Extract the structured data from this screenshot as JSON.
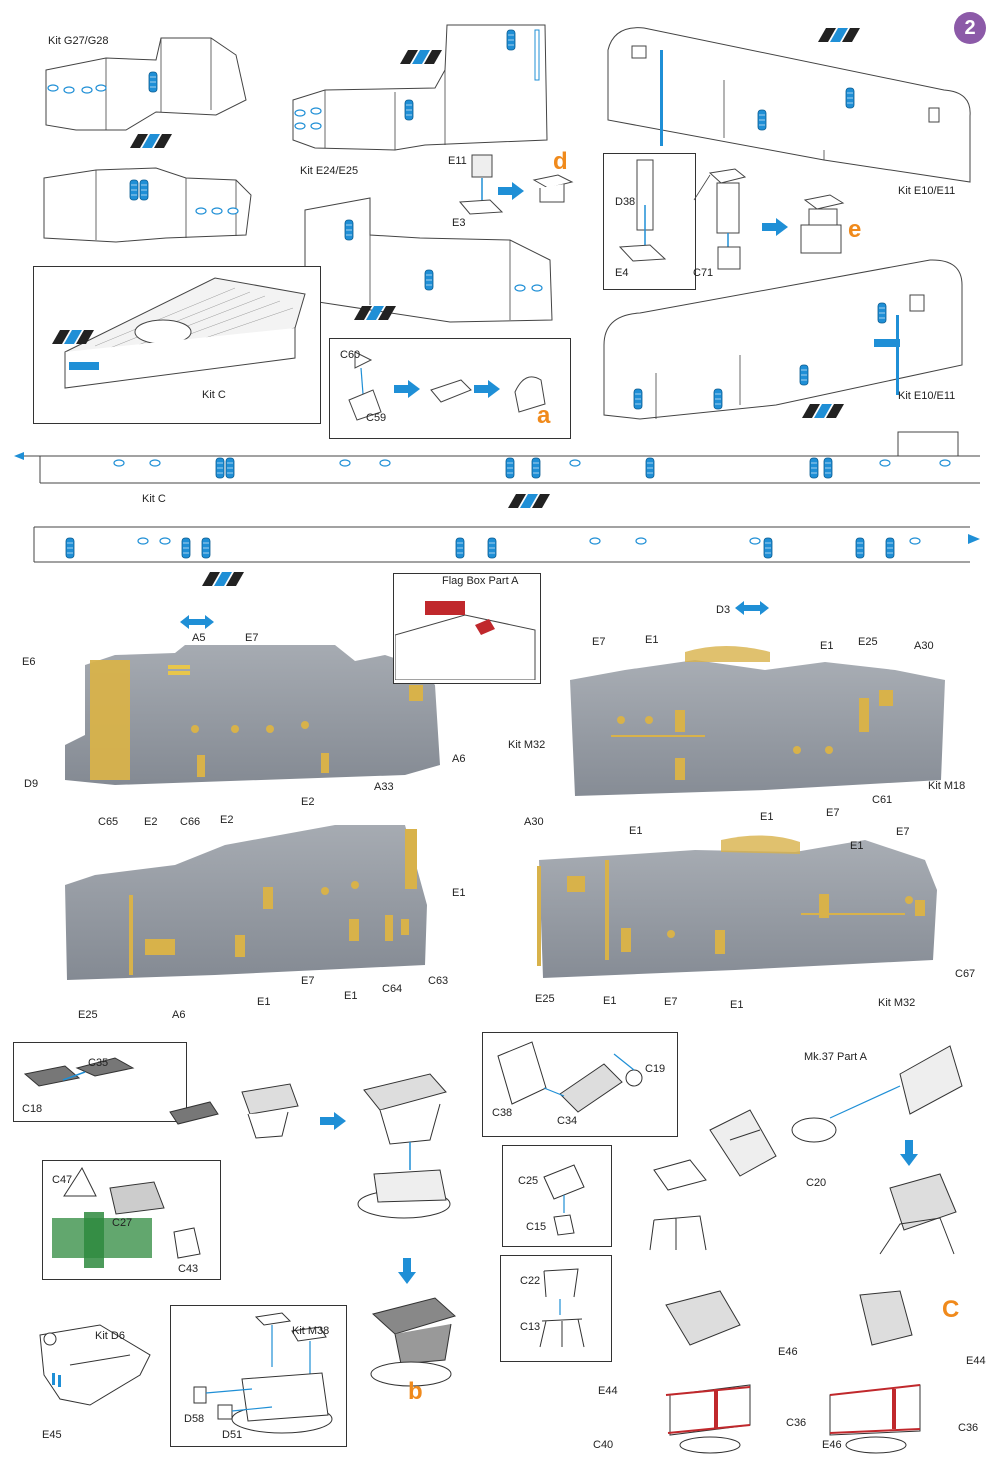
{
  "page_number": "2",
  "colors": {
    "accent_blue": "#1f8fd6",
    "step_orange": "#f08a1c",
    "badge_purple": "#8c5aa8",
    "resin_grey": "#9aa0a8",
    "brass": "#d8b24a",
    "etch_red": "#c0282c",
    "etch_green": "#2e8a3e"
  },
  "icons": [
    "stripe-marker-icon",
    "arrow-right-icon",
    "arrow-down-icon",
    "double-arrow-icon"
  ],
  "kits": {
    "g27": "Kit G27/G28",
    "e24": "Kit E24/E25",
    "e10_top": "Kit E10/E11",
    "e10_mid": "Kit E10/E11",
    "c_box": "Kit C",
    "c_strip": "Kit C",
    "d6": "Kit D6",
    "m38": "Kit M38",
    "m32_a": "Kit M32",
    "m32_b": "Kit M32",
    "m18": "Kit M18"
  },
  "steps": {
    "a": "a",
    "b": "b",
    "c": "C",
    "d": "d",
    "e": "e"
  },
  "parts_top": {
    "e11": "E11",
    "e3": "E3",
    "d38": "D38",
    "e4": "E4",
    "c71": "C71",
    "c60": "C60",
    "c59": "C59"
  },
  "flag_box": "Flag Box Part A",
  "photo1": {
    "e6": "E6",
    "a5": "A5",
    "e7": "E7",
    "a6": "A6",
    "d9": "D9",
    "c65": "C65",
    "e2a": "E2",
    "c66": "C66",
    "e2b": "E2",
    "e2c": "E2"
  },
  "photo2": {
    "d3": "D3",
    "e7": "E7",
    "e1a": "E1",
    "e1b": "E1",
    "e25": "E25",
    "a30": "A30",
    "m32": "Kit M32",
    "m18": "Kit M18",
    "c61": "C61",
    "e7b": "E7",
    "e1c": "E1",
    "e1d": "E1"
  },
  "photo3": {
    "a33": "A33",
    "e1a": "E1",
    "e25": "E25",
    "a6": "A6",
    "e1b": "E1",
    "e7": "E7",
    "e1c": "E1",
    "c64": "C64",
    "c63": "C63"
  },
  "photo4": {
    "a30": "A30",
    "e7": "E7",
    "e1a": "E1",
    "e25": "E25",
    "e1b": "E1",
    "e7b": "E7",
    "e1c": "E1",
    "m32": "Kit M32",
    "c67": "C67"
  },
  "bottom_left": {
    "c35": "C35",
    "c18": "C18",
    "c47": "C47",
    "c27": "C27",
    "c43": "C43",
    "e45": "E45",
    "d58": "D58",
    "d51": "D51"
  },
  "bottom_right": {
    "c19": "C19",
    "c38": "C38",
    "c34": "C34",
    "mk37": "Mk.37 Part A",
    "c20": "C20",
    "c25": "C25",
    "c15": "C15",
    "c22": "C22",
    "c13": "C13",
    "e46a": "E46",
    "e44a": "E44",
    "c36a": "C36",
    "c40": "C40",
    "e44b": "E44",
    "c36b": "C36",
    "e46b": "E46"
  }
}
